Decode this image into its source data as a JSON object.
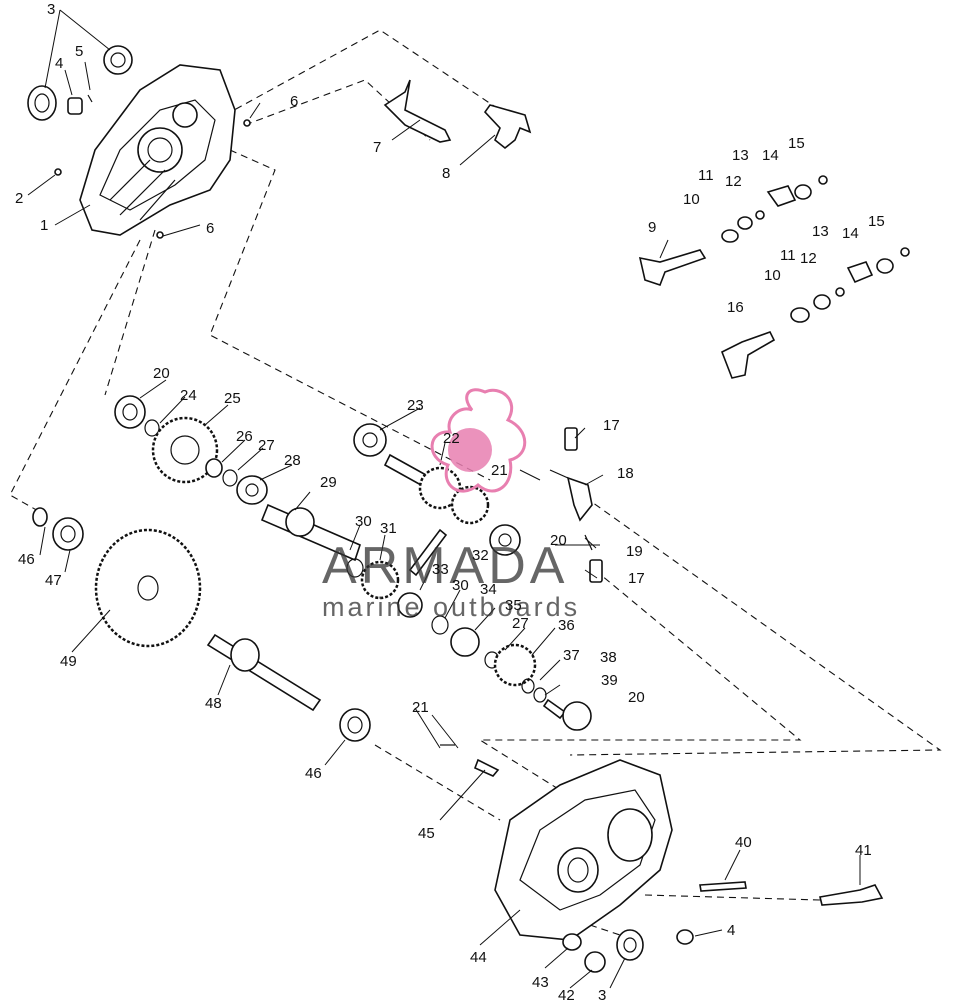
{
  "watermark": {
    "brand": "ARMADA",
    "tagline": "marine outboards",
    "accent_color": "#e87fb0"
  },
  "callouts": [
    "1",
    "2",
    "3",
    "3",
    "4",
    "4",
    "5",
    "6",
    "6",
    "7",
    "8",
    "9",
    "10",
    "10",
    "11",
    "11",
    "12",
    "12",
    "13",
    "13",
    "14",
    "14",
    "15",
    "15",
    "16",
    "17",
    "17",
    "18",
    "19",
    "20",
    "20",
    "20",
    "21",
    "21",
    "22",
    "23",
    "24",
    "25",
    "26",
    "27",
    "27",
    "28",
    "29",
    "30",
    "30",
    "31",
    "32",
    "33",
    "34",
    "35",
    "36",
    "37",
    "38",
    "39",
    "40",
    "41",
    "42",
    "43",
    "44",
    "45",
    "46",
    "46",
    "47",
    "48",
    "49"
  ]
}
